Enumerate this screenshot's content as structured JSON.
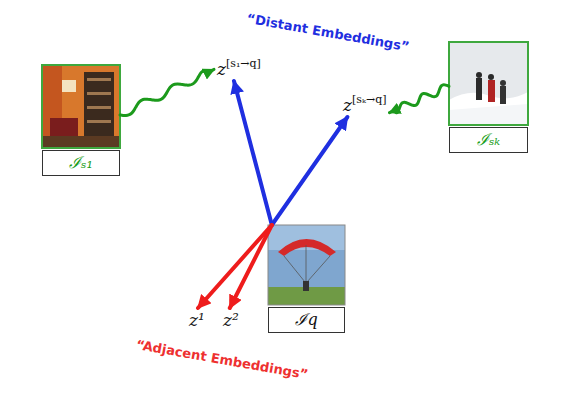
{
  "diagram": {
    "nodes": [
      {
        "text": [
          "ℐₛ₁"
        ]
      },
      {
        "text": [
          "z[s₁→q]"
        ]
      },
      {
        "text": [
          "z[sₖ→q]"
        ]
      },
      {
        "text": [
          "ℐₛₖ"
        ]
      },
      {
        "text": [
          "ℐq"
        ]
      },
      {
        "text": [
          "z¹"
        ]
      },
      {
        "text": [
          "z²"
        ]
      }
    ],
    "edges": [
      {
        "from": 0,
        "to": 1,
        "arrow": "to"
      },
      {
        "from": 3,
        "to": 2,
        "arrow": "to"
      },
      {
        "from": 4,
        "to": 1,
        "arrow": "to"
      },
      {
        "from": 4,
        "to": 2,
        "arrow": "to"
      },
      {
        "from": 4,
        "to": 5,
        "arrow": "to"
      },
      {
        "from": 4,
        "to": 6,
        "arrow": "to"
      }
    ],
    "labels": [
      "“Distant Embeddings”",
      "“Adjacent Embeddings”"
    ]
  }
}
